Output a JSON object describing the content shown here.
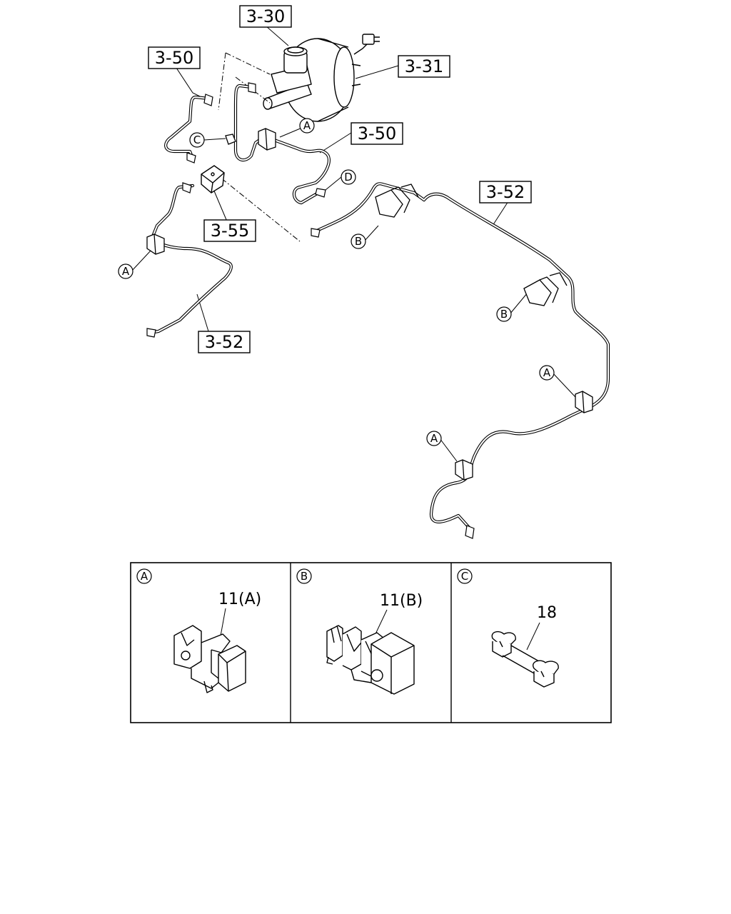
{
  "diagram": {
    "labels": {
      "master_cylinder": "3-30",
      "booster": "3-31",
      "pipe_upper_left": "3-50",
      "pipe_upper_right": "3-50",
      "three_way_connector": "3-55",
      "pipe_left_rear": "3-52",
      "pipe_right_rear": "3-52"
    },
    "callouts": {
      "a1": "A",
      "a2": "A",
      "a3": "A",
      "a4": "A",
      "b1": "B",
      "b2": "B",
      "c1": "C",
      "d1": "D"
    }
  },
  "detail_panels": [
    {
      "letter": "A",
      "part": "11(A)"
    },
    {
      "letter": "B",
      "part": "11(B)"
    },
    {
      "letter": "C",
      "part": "18"
    }
  ]
}
